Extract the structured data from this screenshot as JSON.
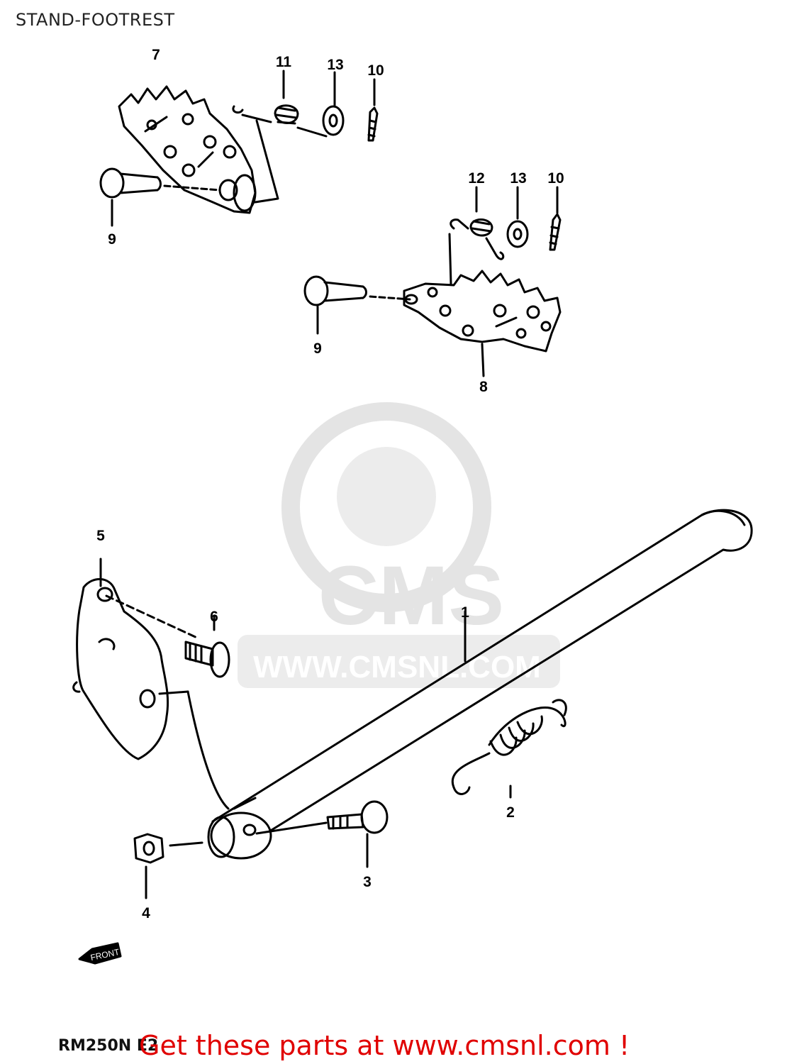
{
  "header": {
    "title": "STAND-FOOTREST"
  },
  "watermark": {
    "logo_text": "CMS",
    "url_text": "WWW.CMSNL.COM",
    "color": "#e4e4e4"
  },
  "callouts": [
    {
      "id": "1",
      "label": "1"
    },
    {
      "id": "2",
      "label": "2"
    },
    {
      "id": "3",
      "label": "3"
    },
    {
      "id": "4",
      "label": "4"
    },
    {
      "id": "5",
      "label": "5"
    },
    {
      "id": "6",
      "label": "6"
    },
    {
      "id": "7",
      "label": "7"
    },
    {
      "id": "8",
      "label": "8"
    },
    {
      "id": "9a",
      "label": "9"
    },
    {
      "id": "9b",
      "label": "9"
    },
    {
      "id": "10a",
      "label": "10"
    },
    {
      "id": "10b",
      "label": "10"
    },
    {
      "id": "11",
      "label": "11"
    },
    {
      "id": "12",
      "label": "12"
    },
    {
      "id": "13a",
      "label": "13"
    },
    {
      "id": "13b",
      "label": "13"
    }
  ],
  "footer": {
    "model_code": "RM250N E2",
    "cta": "Get these parts at www.cmsnl.com !",
    "cta_color": "#e00000"
  }
}
